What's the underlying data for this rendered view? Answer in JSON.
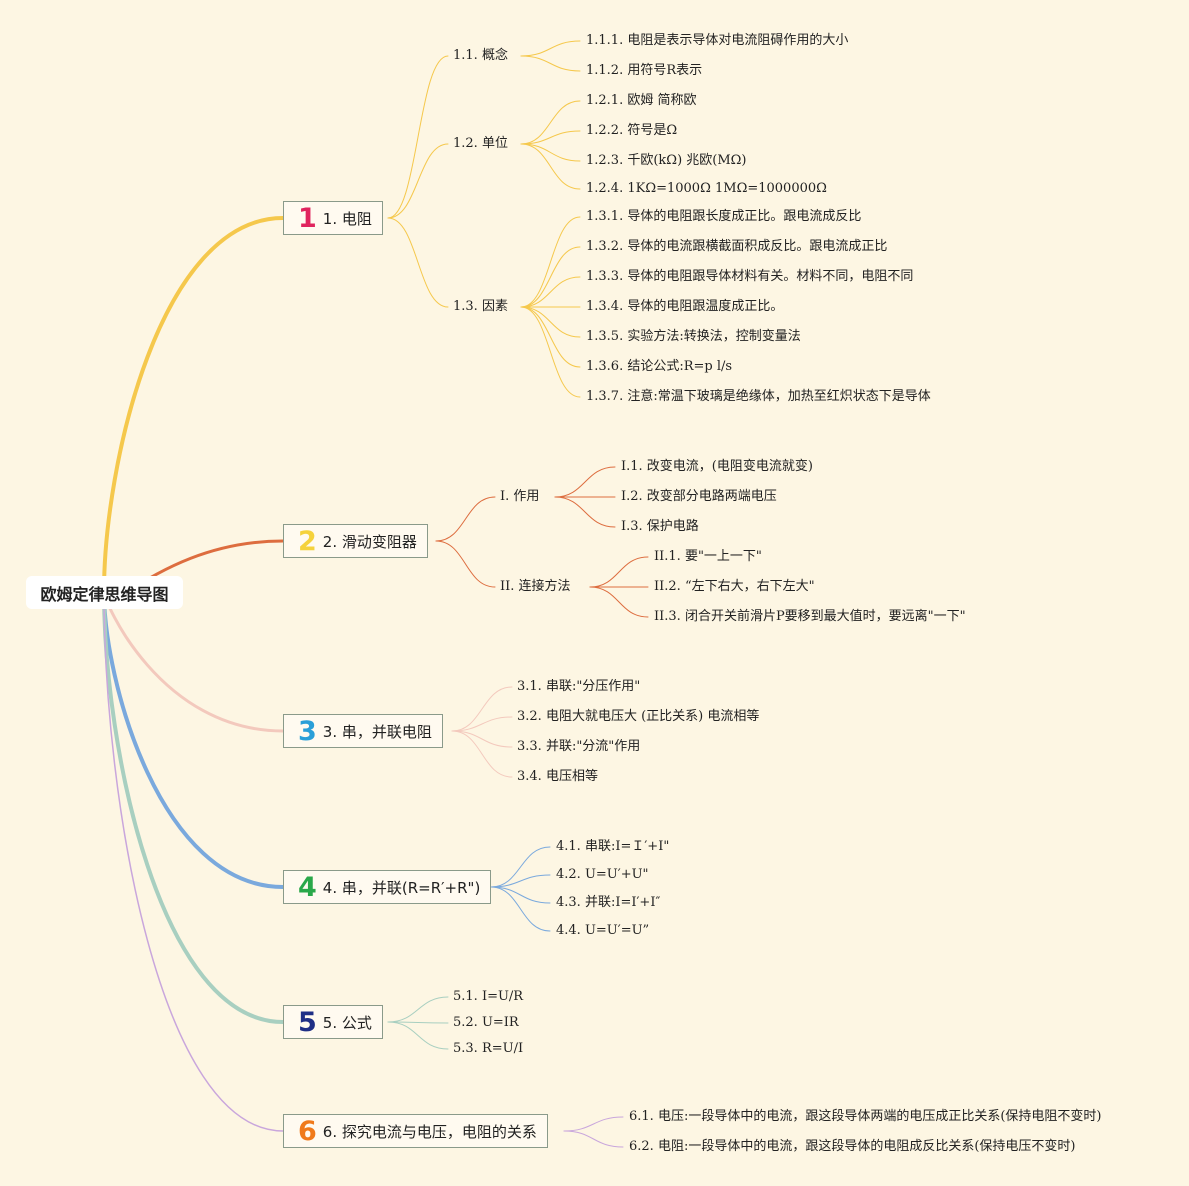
{
  "root": {
    "label": "欧姆定律思维导图"
  },
  "colors": {
    "b1": "#f5c84c",
    "b2": "#dd6d3f",
    "b3": "#f3c9bd",
    "b4": "#7aa9dd",
    "b5": "#a8cfc0",
    "b6": "#c9a6dc"
  },
  "branches": [
    {
      "badge": "1",
      "badge_color": "#e0245e",
      "label": "1. 电阻",
      "children": [
        {
          "label": "1.1. 概念",
          "children": [
            {
              "label": "1.1.1. 电阻是表示导体对电流阻碍作用的大小"
            },
            {
              "label": "1.1.2. 用符号R表示"
            }
          ]
        },
        {
          "label": "1.2. 单位",
          "children": [
            {
              "label": "1.2.1. 欧姆 简称欧"
            },
            {
              "label": "1.2.2. 符号是Ω"
            },
            {
              "label": "1.2.3. 千欧(kΩ) 兆欧(MΩ)"
            },
            {
              "label": "1.2.4. 1KΩ=1000Ω 1MΩ=1000000Ω"
            }
          ]
        },
        {
          "label": "1.3. 因素",
          "children": [
            {
              "label": "1.3.1. 导体的电阻跟长度成正比。跟电流成反比"
            },
            {
              "label": "1.3.2. 导体的电流跟横截面积成反比。跟电流成正比"
            },
            {
              "label": "1.3.3. 导体的电阻跟导体材料有关。材料不同，电阻不同"
            },
            {
              "label": "1.3.4. 导体的电阻跟温度成正比。"
            },
            {
              "label": "1.3.5. 实验方法:转换法，控制变量法"
            },
            {
              "label": "1.3.6. 结论公式:R=p l/s"
            },
            {
              "label": "1.3.7. 注意:常温下玻璃是绝缘体，加热至红炽状态下是导体"
            }
          ]
        }
      ]
    },
    {
      "badge": "2",
      "badge_color": "#f5d23c",
      "label": "2. 滑动变阻器",
      "children": [
        {
          "label": "I. 作用",
          "children": [
            {
              "label": "I.1. 改变电流，(电阻变电流就变)"
            },
            {
              "label": "I.2. 改变部分电路两端电压"
            },
            {
              "label": "I.3. 保护电路"
            }
          ]
        },
        {
          "label": "II. 连接方法",
          "children": [
            {
              "label": "II.1. 要\"一上一下\""
            },
            {
              "label": "II.2. “左下右大，右下左大\""
            },
            {
              "label": "II.3. 闭合开关前滑片P要移到最大值时，要远离\"一下\""
            }
          ]
        }
      ]
    },
    {
      "badge": "3",
      "badge_color": "#2a9fd8",
      "label": "3. 串，并联电阻",
      "children": [
        {
          "label": "3.1. 串联:\"分压作用\""
        },
        {
          "label": "3.2. 电阻大就电压大 (正比关系) 电流相等"
        },
        {
          "label": "3.3. 并联:\"分流\"作用"
        },
        {
          "label": "3.4. 电压相等"
        }
      ]
    },
    {
      "badge": "4",
      "badge_color": "#2aa84a",
      "label": "4. 串，并联(R=R′+R\")",
      "children": [
        {
          "label": "4.1. 串联:I=Ｉ′+I\""
        },
        {
          "label": "4.2. U=U′+U\""
        },
        {
          "label": "4.3. 并联:I=I′+I″"
        },
        {
          "label": "4.4. U=U′=U”"
        }
      ]
    },
    {
      "badge": "5",
      "badge_color": "#1f2f86",
      "label": "5. 公式",
      "children": [
        {
          "label": "5.1. I=U/R"
        },
        {
          "label": "5.2. U=IR"
        },
        {
          "label": "5.3. R=U/I"
        }
      ]
    },
    {
      "badge": "6",
      "badge_color": "#f07a1a",
      "label": "6. 探究电流与电压，电阻的关系",
      "children": [
        {
          "label": "6.1. 电压:一段导体中的电流，跟这段导体两端的电压成正比关系(保持电阻不变时)"
        },
        {
          "label": "6.2. 电阻:一段导体中的电流，跟这段导体的电阻成反比关系(保持电压不变时)"
        }
      ]
    }
  ]
}
